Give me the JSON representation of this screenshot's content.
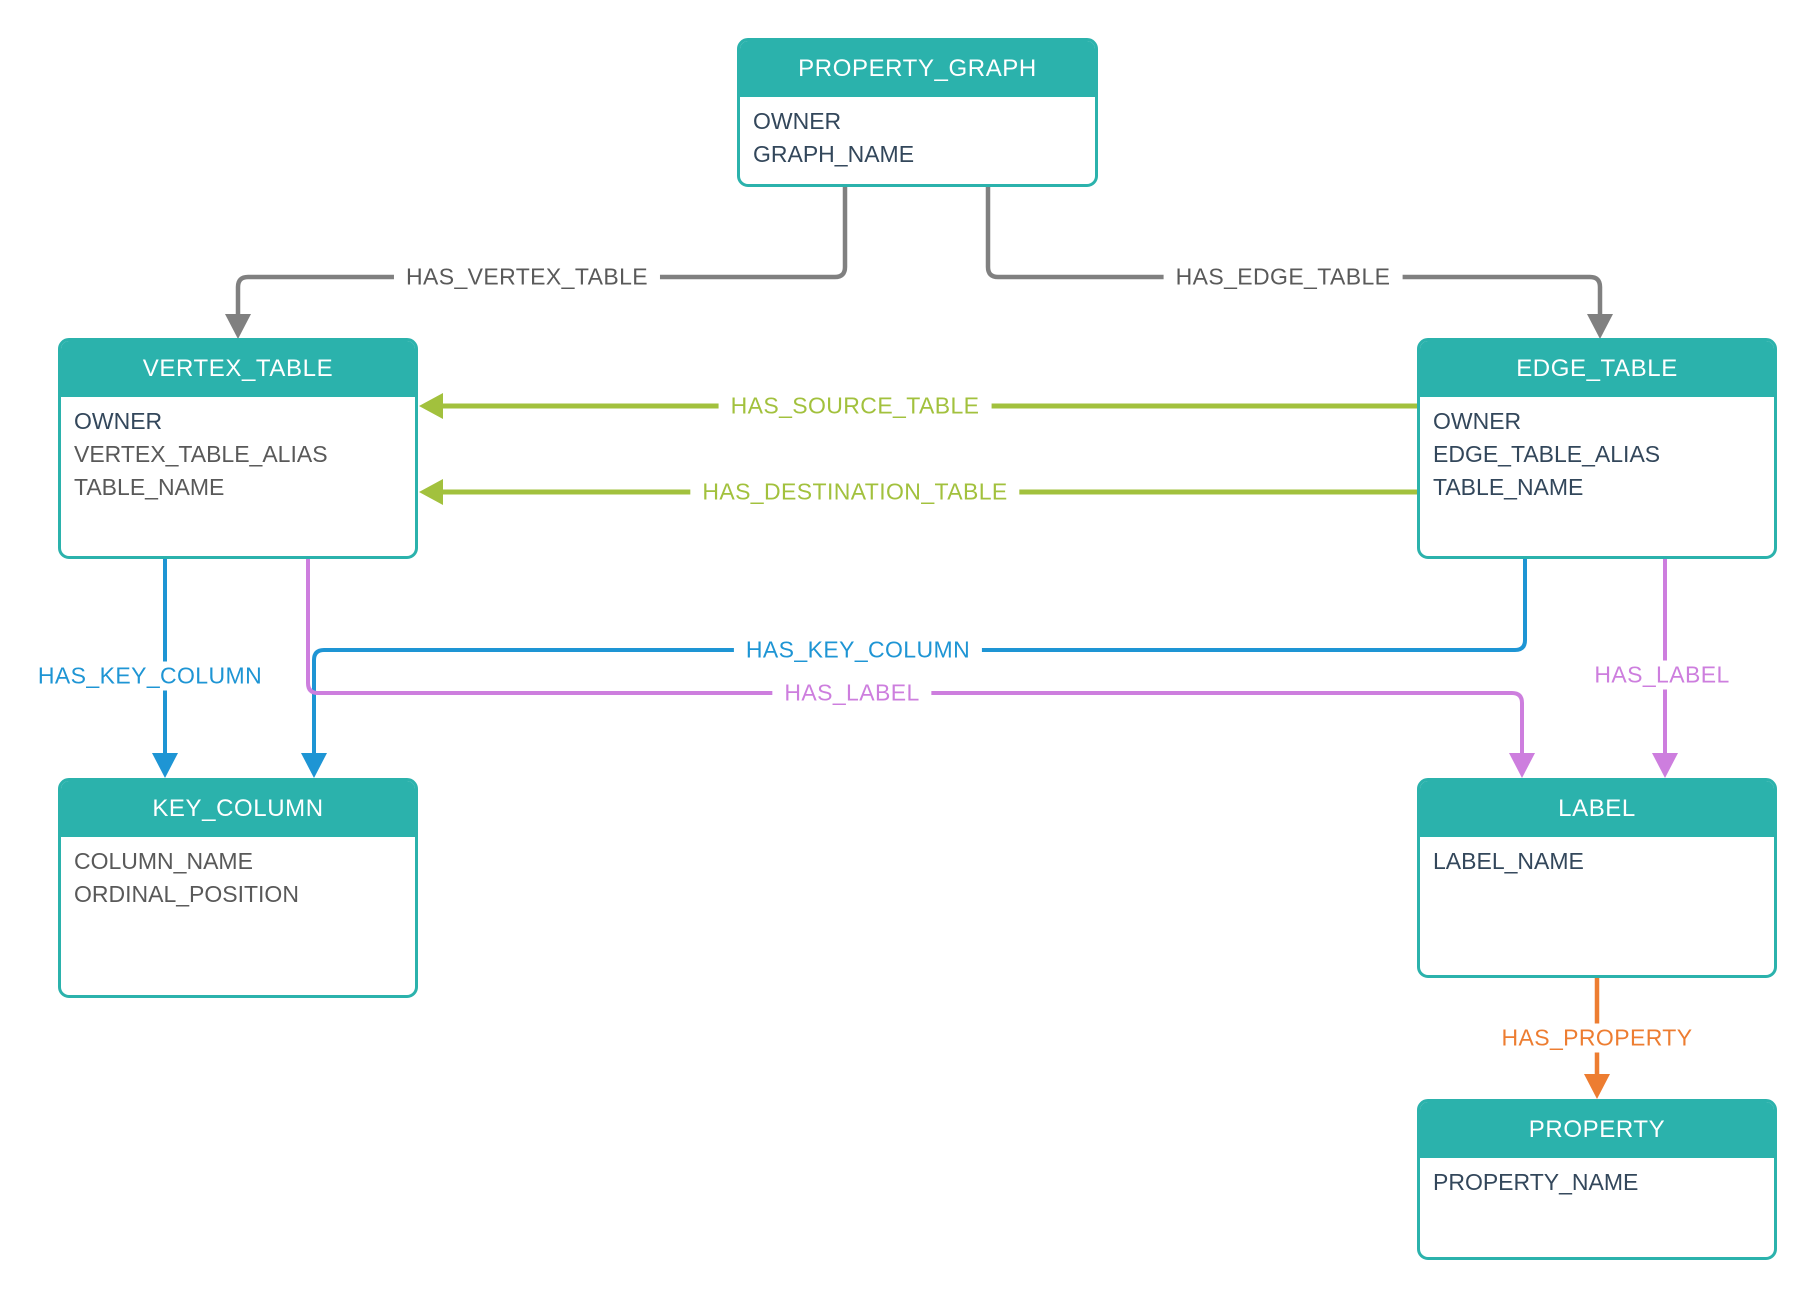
{
  "diagram": {
    "entities": [
      {
        "title": "PROPERTY_GRAPH",
        "fields": [
          "OWNER",
          "GRAPH_NAME"
        ]
      },
      {
        "title": "VERTEX_TABLE",
        "fields": [
          "OWNER",
          "VERTEX_TABLE_ALIAS",
          "TABLE_NAME"
        ]
      },
      {
        "title": "EDGE_TABLE",
        "fields": [
          "OWNER",
          "EDGE_TABLE_ALIAS",
          "TABLE_NAME"
        ]
      },
      {
        "title": "KEY_COLUMN",
        "fields": [
          "COLUMN_NAME",
          "ORDINAL_POSITION"
        ]
      },
      {
        "title": "LABEL",
        "fields": [
          "LABEL_NAME"
        ]
      },
      {
        "title": "PROPERTY",
        "fields": [
          "PROPERTY_NAME"
        ]
      }
    ],
    "relationships": [
      {
        "label": "HAS_VERTEX_TABLE",
        "from": "PROPERTY_GRAPH",
        "to": "VERTEX_TABLE",
        "color": "#808080"
      },
      {
        "label": "HAS_EDGE_TABLE",
        "from": "PROPERTY_GRAPH",
        "to": "EDGE_TABLE",
        "color": "#808080"
      },
      {
        "label": "HAS_SOURCE_TABLE",
        "from": "EDGE_TABLE",
        "to": "VERTEX_TABLE",
        "color": "#a2c13d"
      },
      {
        "label": "HAS_DESTINATION_TABLE",
        "from": "EDGE_TABLE",
        "to": "VERTEX_TABLE",
        "color": "#a2c13d"
      },
      {
        "label": "HAS_KEY_COLUMN",
        "from": "VERTEX_TABLE",
        "to": "KEY_COLUMN",
        "color": "#1e95d4"
      },
      {
        "label": "HAS_KEY_COLUMN",
        "from": "EDGE_TABLE",
        "to": "KEY_COLUMN",
        "color": "#1e95d4"
      },
      {
        "label": "HAS_LABEL",
        "from": "VERTEX_TABLE",
        "to": "LABEL",
        "color": "#cd7ede"
      },
      {
        "label": "HAS_LABEL",
        "from": "EDGE_TABLE",
        "to": "LABEL",
        "color": "#cd7ede"
      },
      {
        "label": "HAS_PROPERTY",
        "from": "LABEL",
        "to": "PROPERTY",
        "color": "#ed7d31"
      }
    ],
    "colors": {
      "header_teal": "#2bb2ac",
      "field_navy": "#33475b",
      "field_gray": "#595959",
      "line_gray": "#808080",
      "green": "#a2c13d",
      "blue": "#1e95d4",
      "purple": "#cd7ede",
      "orange": "#ed7d31"
    }
  }
}
